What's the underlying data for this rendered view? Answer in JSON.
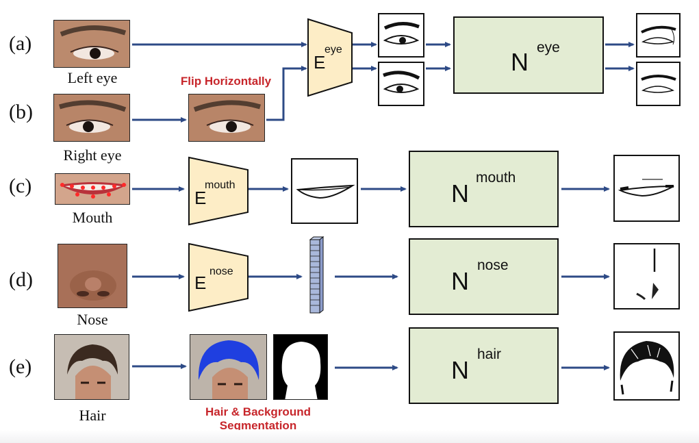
{
  "rows": {
    "a": {
      "label": "(a)",
      "caption": "Left eye"
    },
    "b": {
      "label": "(b)",
      "caption": "Right eye"
    },
    "c": {
      "label": "(c)",
      "caption": "Mouth"
    },
    "d": {
      "label": "(d)",
      "caption": "Nose"
    },
    "e": {
      "label": "(e)",
      "caption": "Hair"
    }
  },
  "annotations": {
    "flip": "Flip Horizontally",
    "seg_line1": "Hair & Background",
    "seg_line2": "Segmentation"
  },
  "encoders": {
    "eye": {
      "base": "E",
      "sup": "eye"
    },
    "mouth": {
      "base": "E",
      "sup": "mouth"
    },
    "nose": {
      "base": "E",
      "sup": "nose"
    }
  },
  "networks": {
    "eye": {
      "base": "N",
      "sup": "eye"
    },
    "mouth": {
      "base": "N",
      "sup": "mouth"
    },
    "nose": {
      "base": "N",
      "sup": "nose"
    },
    "hair": {
      "base": "N",
      "sup": "hair"
    }
  },
  "colors": {
    "arrow": "#2d4a86",
    "encoder_fill": "#fdedc6",
    "network_fill": "#e3ecd3",
    "annotation_red": "#c7262b",
    "feature_vector": "#a9b8db"
  }
}
